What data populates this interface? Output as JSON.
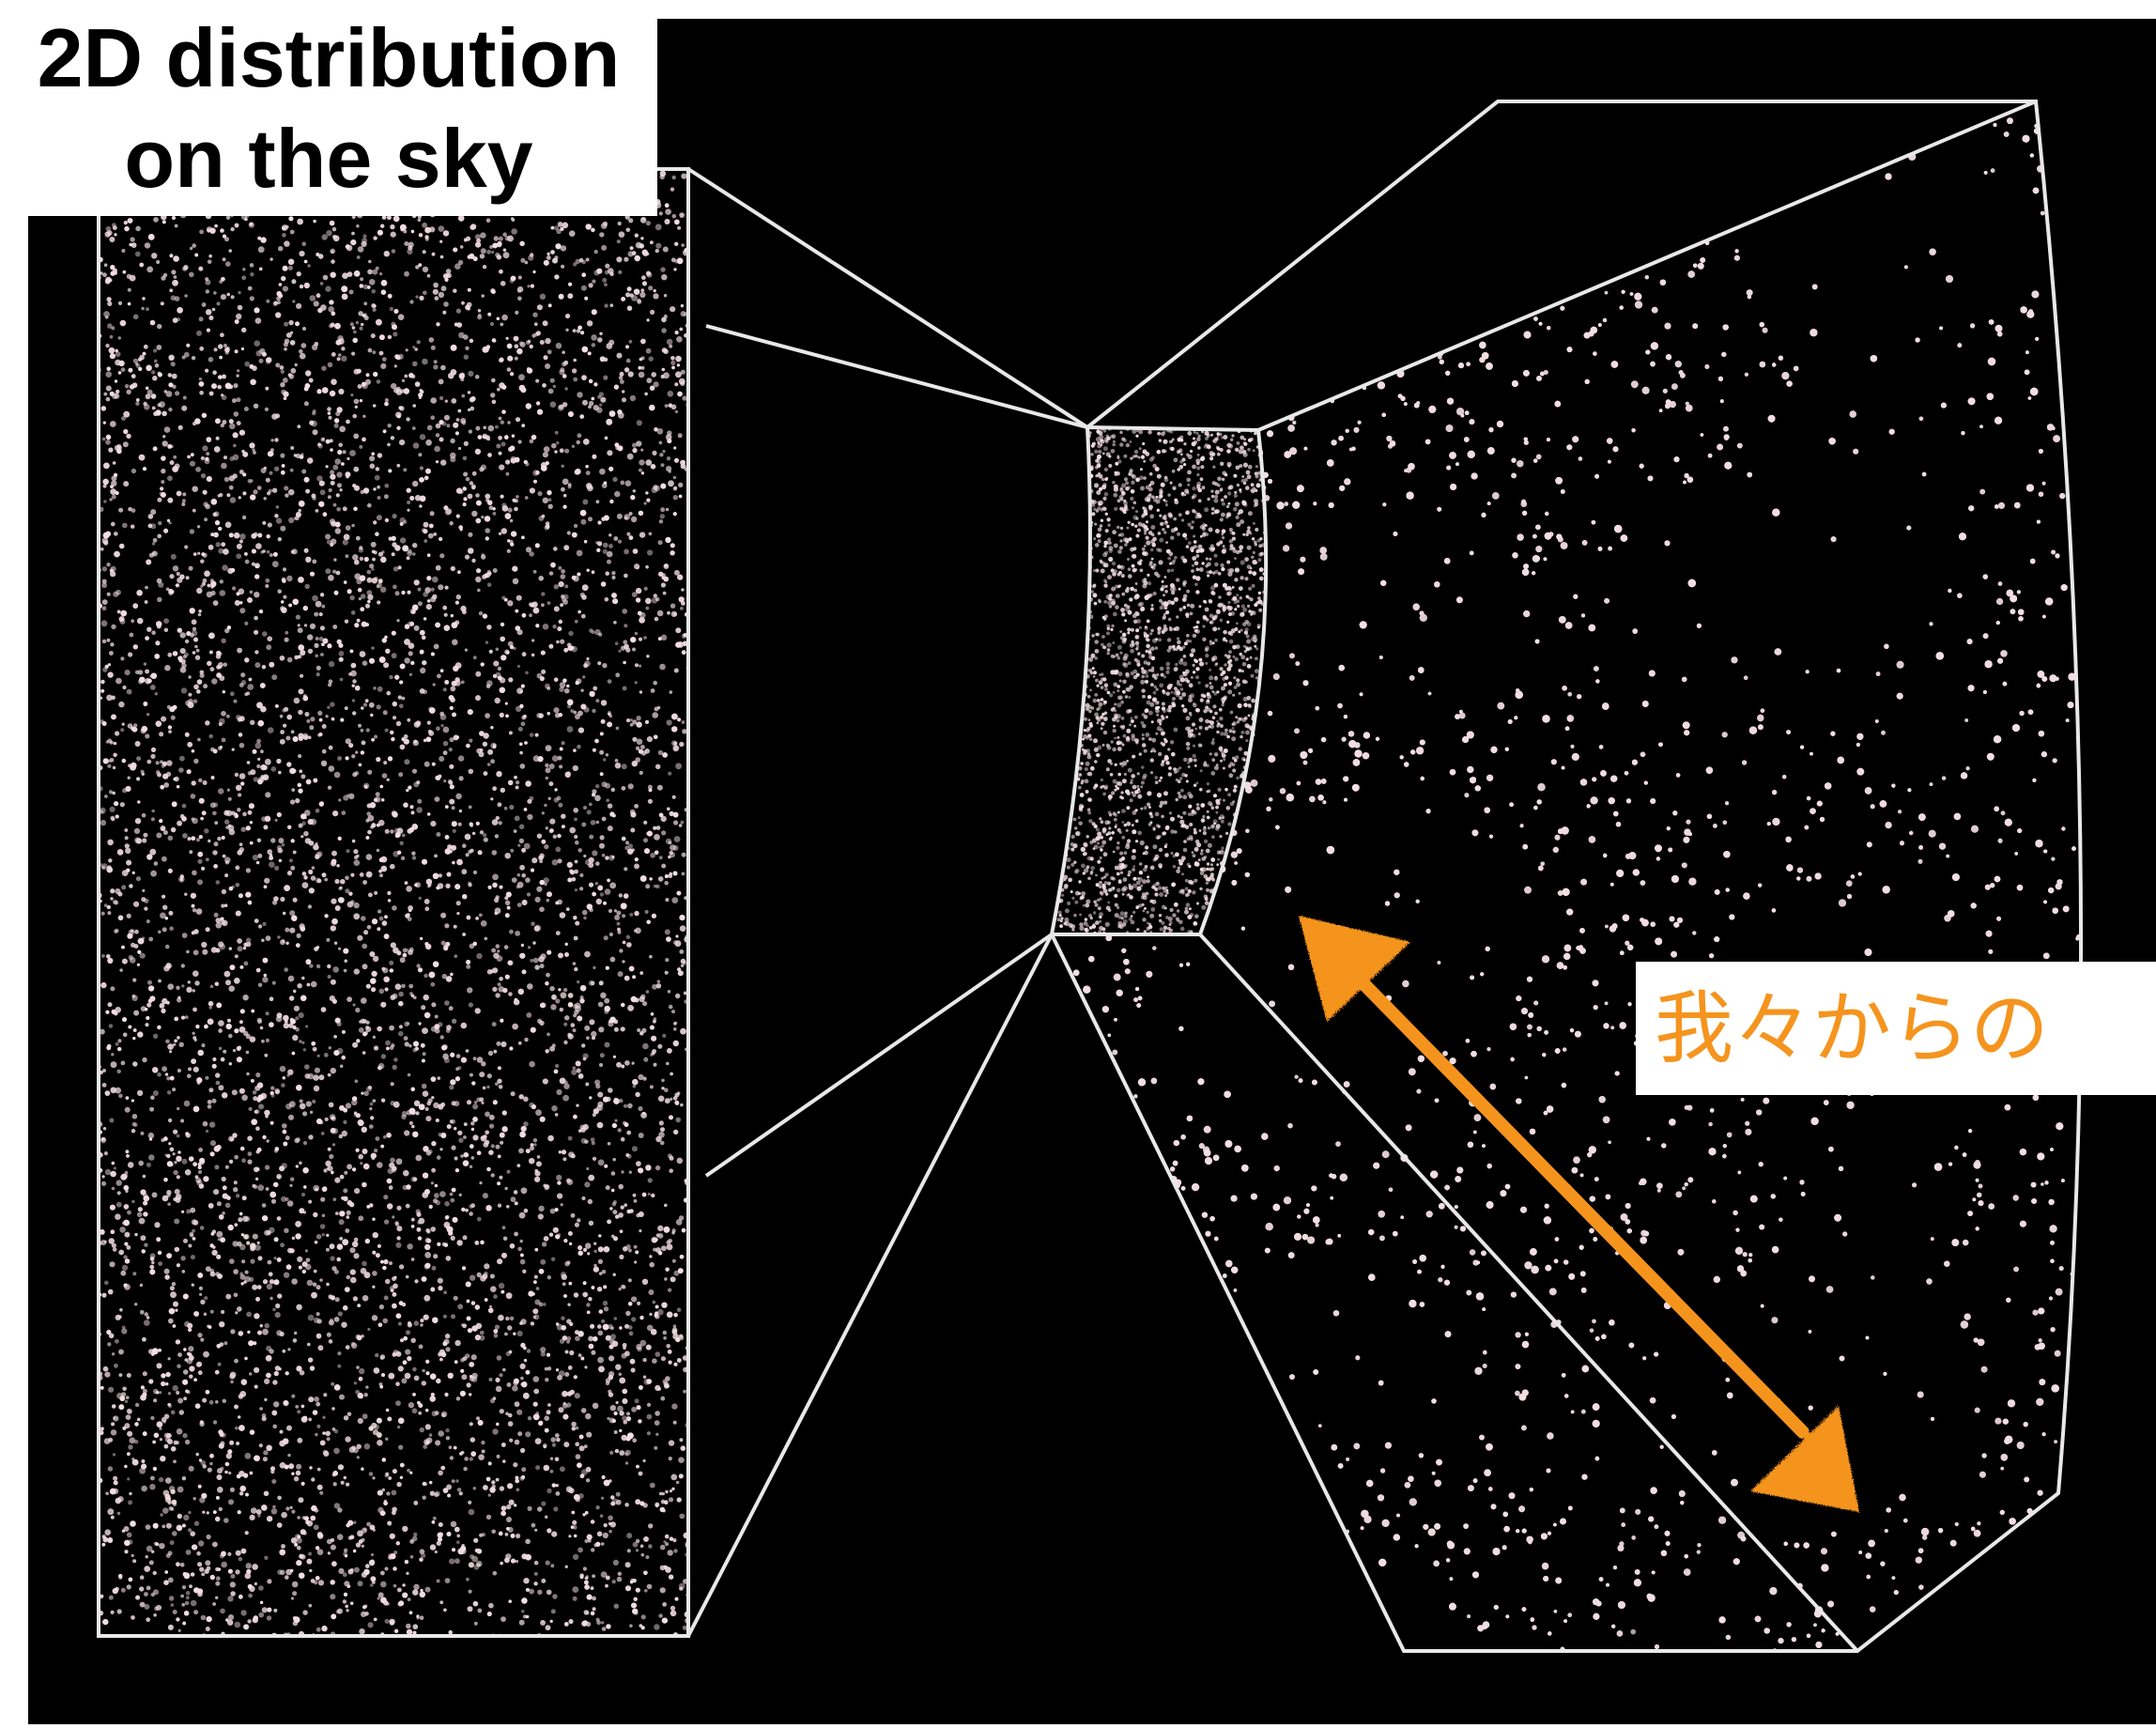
{
  "labels": {
    "sky_line1": "2D distribution",
    "sky_line2": "on the sky",
    "distance": "我々からの"
  },
  "colors": {
    "background": "#000000",
    "galaxy_dots": "#f2dde2",
    "wireframe": "#e8e8e8",
    "arrow": "#f5941e",
    "label_bg": "#ffffff"
  }
}
